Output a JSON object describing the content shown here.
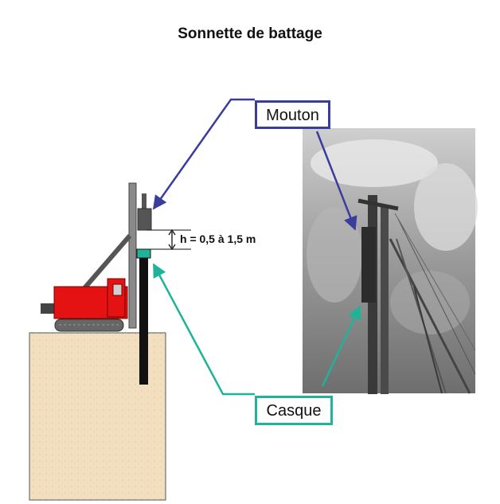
{
  "title": "Sonnette de battage",
  "labels": {
    "mouton": "Mouton",
    "casque": "Casque",
    "height": "h = 0,5 à 1,5 m"
  },
  "colors": {
    "mouton_arrow": "#3b3d9c",
    "casque_arrow": "#1fb39a",
    "machine_red": "#e41212",
    "soil": "#f1dfbf",
    "pile": "#111111",
    "mast": "#8a8a8a"
  }
}
